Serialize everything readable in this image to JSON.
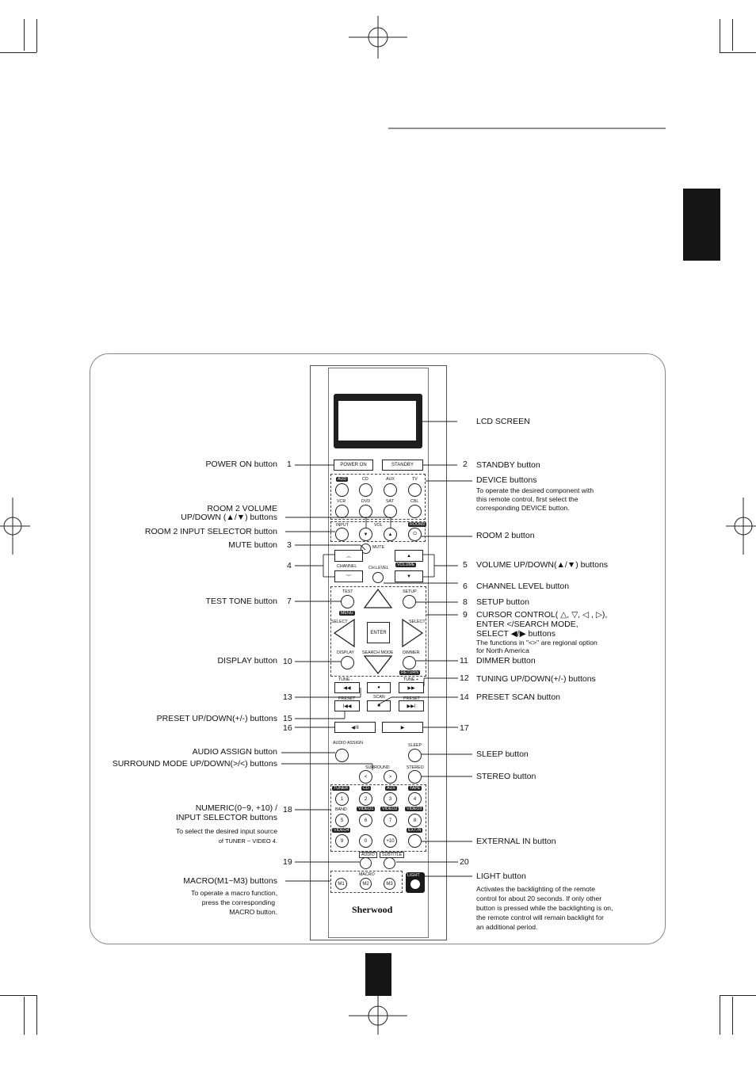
{
  "remote": {
    "power_on": "POWER ON",
    "standby": "STANDBY",
    "devices": [
      "AUD",
      "CD",
      "AUX",
      "TV",
      "VCR",
      "DVD",
      "SAT",
      "CBL"
    ],
    "input": "INPUT",
    "vol": "VOL",
    "room2": "ROOM2",
    "mute": "MUTE",
    "channel": "CHANNEL",
    "volume": "VOLUME",
    "ch_level": "CH.LEVEL",
    "test": "TEST",
    "setup": "SETUP",
    "menu": "MENU",
    "select": "SELECT",
    "enter": "ENTER",
    "display": "DISPLAY",
    "search_mode": "SEARCH MODE",
    "dimmer": "DIMMER",
    "return": "RETURN",
    "tune_minus": "TUNE -",
    "tune_plus": "TUNE +",
    "scan": "SCAN",
    "preset": "PRESET",
    "audio_assign": "AUDIO ASSIGN",
    "sleep": "SLEEP",
    "surround": "SURROUND",
    "stereo": "STEREO",
    "src_row1": [
      "TUNER",
      "CD",
      "AUX",
      "TAPE"
    ],
    "src_row2": [
      "BAND",
      "VIDEO1",
      "VIDEO2",
      "VIDEO3"
    ],
    "src_row3": [
      "VIDEO4",
      "",
      "",
      "EXT.IN"
    ],
    "digits": [
      "1",
      "2",
      "3",
      "4",
      "5",
      "6",
      "7",
      "8",
      "9",
      "0",
      "+10"
    ],
    "audio": "AUDIO",
    "subtitle": "SUBTITLE",
    "macro": "MACRO",
    "macros": [
      "M1",
      "M2",
      "M3"
    ],
    "light": "LIGHT",
    "brand": "Sherwood"
  },
  "left_callouts": [
    {
      "label": "POWER ON button",
      "num": "1"
    },
    {
      "label": "ROOM 2 VOLUME",
      "num": ""
    },
    {
      "label": "UP/DOWN (▲/▼) buttons",
      "num": ""
    },
    {
      "label": "ROOM 2 INPUT SELECTOR button",
      "num": ""
    },
    {
      "label": "MUTE button",
      "num": "3"
    },
    {
      "label": "",
      "num": "4"
    },
    {
      "label": "TEST TONE button",
      "num": "7"
    },
    {
      "label": "DISPLAY button",
      "num": "10"
    },
    {
      "label": "",
      "num": "13"
    },
    {
      "label": "PRESET UP/DOWN(+/-) buttons",
      "num": "15"
    },
    {
      "label": "",
      "num": "16"
    },
    {
      "label": "AUDIO ASSIGN button",
      "num": ""
    },
    {
      "label": "SURROUND MODE UP/DOWN(>/<) buttons",
      "num": ""
    },
    {
      "label": "NUMERIC(0~9, +10) /",
      "num": "18"
    },
    {
      "label": "INPUT SELECTOR buttons",
      "num": ""
    },
    {
      "label": "",
      "num": "19"
    },
    {
      "label": "MACRO(M1~M3) buttons",
      "num": ""
    }
  ],
  "left_notes": {
    "numeric": [
      "To select the desired input source",
      "of TUNER ~ VIDEO 4."
    ],
    "macro": [
      "To operate a macro function,",
      "press the corresponding",
      "MACRO button."
    ]
  },
  "right_callouts": [
    {
      "num": "",
      "label": "LCD SCREEN"
    },
    {
      "num": "2",
      "label": "STANDBY button"
    },
    {
      "num": "",
      "label": "DEVICE buttons"
    },
    {
      "num": "",
      "label": "ROOM 2 button"
    },
    {
      "num": "5",
      "label": "VOLUME UP/DOWN(▲/▼) buttons"
    },
    {
      "num": "6",
      "label": "CHANNEL LEVEL button"
    },
    {
      "num": "8",
      "label": "SETUP button"
    },
    {
      "num": "9",
      "label": "CURSOR CONTROL( △, ▽, ◁ , ▷),"
    },
    {
      "num": "",
      "label": "ENTER </SEARCH MODE,"
    },
    {
      "num": "",
      "label": "SELECT ◀/▶ buttons"
    },
    {
      "num": "11",
      "label": "DIMMER button"
    },
    {
      "num": "12",
      "label": ""
    },
    {
      "num": "",
      "label": "TUNING UP/DOWN(+/-)  buttons"
    },
    {
      "num": "14",
      "label": "PRESET SCAN  button"
    },
    {
      "num": "17",
      "label": ""
    },
    {
      "num": "",
      "label": "SLEEP button"
    },
    {
      "num": "",
      "label": "STEREO button"
    },
    {
      "num": "",
      "label": "EXTERNAL IN button"
    },
    {
      "num": "20",
      "label": ""
    },
    {
      "num": "",
      "label": "LIGHT button"
    }
  ],
  "right_notes": {
    "device": [
      "To operate the desired component with",
      "this remote control, first select the",
      "corresponding DEVICE button."
    ],
    "cursor": [
      "The functions in \"<>\" are regional option",
      "for North America"
    ],
    "light": [
      "Activates the backlighting of the remote",
      "control for about 20 seconds. If only other",
      "button is pressed while the backlighting is on,",
      "the remote control will remain backlight for",
      "an additional period."
    ]
  }
}
